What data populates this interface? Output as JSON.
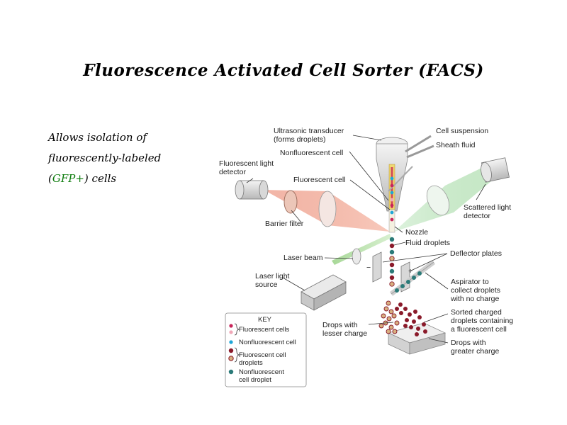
{
  "title": "Fluorescence Activated Cell Sorter (FACS)",
  "note": {
    "line1": "Allows isolation of",
    "line2": "fluorescently-labeled",
    "open_paren": "(",
    "gfp": "GFP+",
    "close": ") cells"
  },
  "diagram": {
    "labels": {
      "ultrasonic_1": "Ultrasonic transducer",
      "ultrasonic_2": "(forms droplets)",
      "cell_suspension": "Cell suspension",
      "sheath_fluid": "Sheath fluid",
      "nonfluorescent_cell": "Nonfluorescent cell",
      "fl_detector_1": "Fluorescent light",
      "fl_detector_2": "detector",
      "fluorescent_cell": "Fluorescent cell",
      "scattered_1": "Scattered light",
      "scattered_2": "detector",
      "barrier_filter": "Barrier filter",
      "nozzle": "Nozzle",
      "fluid_droplets": "Fluid droplets",
      "laser_beam": "Laser beam",
      "deflector_plates": "Deflector plates",
      "laser_source_1": "Laser light",
      "laser_source_2": "source",
      "aspirator_1": "Aspirator to",
      "aspirator_2": "collect droplets",
      "aspirator_3": "with no charge",
      "sorted_1": "Sorted charged",
      "sorted_2": "droplets containing",
      "sorted_3": "a fluorescent cell",
      "lesser_1": "Drops with",
      "lesser_2": "lesser charge",
      "greater_1": "Drops with",
      "greater_2": "greater charge",
      "minus": "−",
      "plus": "+"
    },
    "key": {
      "title": "KEY",
      "fluorescent_cells": "Fluorescent cells",
      "nonfluorescent_cell": "Nonfluorescent cell",
      "fl_droplets_1": "Fluorescent cell",
      "fl_droplets_2": "droplets",
      "nonfl_droplet_1": "Nonfluorescent",
      "nonfl_droplet_2": "cell droplet"
    },
    "colors": {
      "fluorescent": "#c8245a",
      "fluorescent_light": "#f0a8b8",
      "nonfluorescent": "#1da6d8",
      "droplet_red": "#8a1a2a",
      "droplet_tan": "#d8b080",
      "droplet_teal": "#2a7a78",
      "fluorescence_beam": "#e87a60",
      "scatter_beam": "#8ed08e"
    }
  }
}
